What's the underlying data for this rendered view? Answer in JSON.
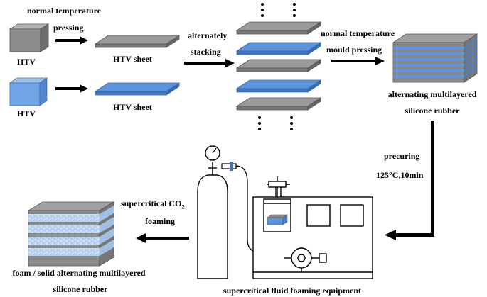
{
  "labels": {
    "normal_temperature_top": "normal temperature",
    "pressing": "pressing",
    "htv_gray": "HTV",
    "htv_blue": "HTV",
    "htv_sheet_gray": "HTV sheet",
    "htv_sheet_blue": "HTV sheet",
    "alternately": "alternately",
    "stacking": "stacking",
    "normal_temperature_right": "normal temperature",
    "mould_pressing": "mould pressing",
    "alternating_multilayered": "alternating multilayered",
    "silicone_rubber_right": "silicone rubber",
    "precuring": "precuring",
    "precuring_conditions": "125°C,10min",
    "supercritical_co2": "supercritical CO",
    "co2_subscript": "2",
    "foaming": "foaming",
    "foam_solid": "foam / solid alternating multilayered",
    "silicone_rubber_bottom": "silicone rubber",
    "equipment": "supercritical fluid foaming equipment"
  },
  "colors": {
    "gray_material": "#8c8c8c",
    "blue_material": "#5b93dc",
    "foam_layer": "#b9d2ef",
    "arrow": "#000000"
  }
}
